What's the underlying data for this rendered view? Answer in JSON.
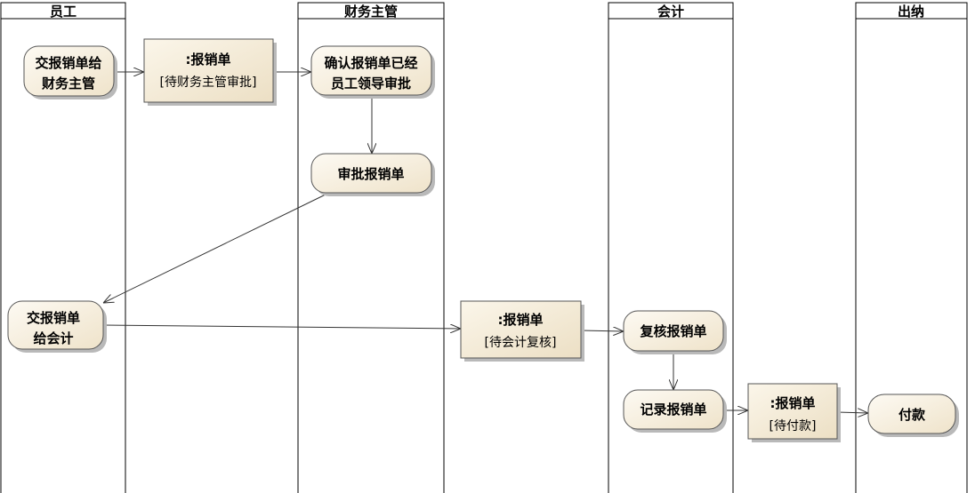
{
  "lanes": [
    {
      "id": "employee",
      "title": "员工"
    },
    {
      "id": "finance_manager",
      "title": "财务主管"
    },
    {
      "id": "accountant",
      "title": "会计"
    },
    {
      "id": "cashier",
      "title": "出纳"
    }
  ],
  "nodes": {
    "submit_to_manager": {
      "kind": "action",
      "lines": [
        "交报销单给",
        "财务主管"
      ]
    },
    "obj_pending_manager": {
      "kind": "object",
      "name": ":报销单",
      "state": "[待财务主管审批]"
    },
    "confirm_leader_approved": {
      "kind": "action",
      "lines": [
        "确认报销单已经",
        "员工领导审批"
      ]
    },
    "approve_claim": {
      "kind": "action",
      "lines": [
        "审批报销单"
      ]
    },
    "submit_to_accountant": {
      "kind": "action",
      "lines": [
        "交报销单",
        "给会计"
      ]
    },
    "obj_pending_review": {
      "kind": "object",
      "name": ":报销单",
      "state": "[待会计复核]"
    },
    "review_claim": {
      "kind": "action",
      "lines": [
        "复核报销单"
      ]
    },
    "record_claim": {
      "kind": "action",
      "lines": [
        "记录报销单"
      ]
    },
    "obj_pending_payment": {
      "kind": "object",
      "name": ":报销单",
      "state": "[待付款]"
    },
    "payment": {
      "kind": "action",
      "lines": [
        "付款"
      ]
    }
  },
  "edges": [
    {
      "from": "submit_to_manager",
      "to": "obj_pending_manager"
    },
    {
      "from": "obj_pending_manager",
      "to": "confirm_leader_approved"
    },
    {
      "from": "confirm_leader_approved",
      "to": "approve_claim"
    },
    {
      "from": "approve_claim",
      "to": "submit_to_accountant"
    },
    {
      "from": "submit_to_accountant",
      "to": "obj_pending_review"
    },
    {
      "from": "obj_pending_review",
      "to": "review_claim"
    },
    {
      "from": "review_claim",
      "to": "record_claim"
    },
    {
      "from": "record_claim",
      "to": "obj_pending_payment"
    },
    {
      "from": "obj_pending_payment",
      "to": "payment"
    }
  ]
}
